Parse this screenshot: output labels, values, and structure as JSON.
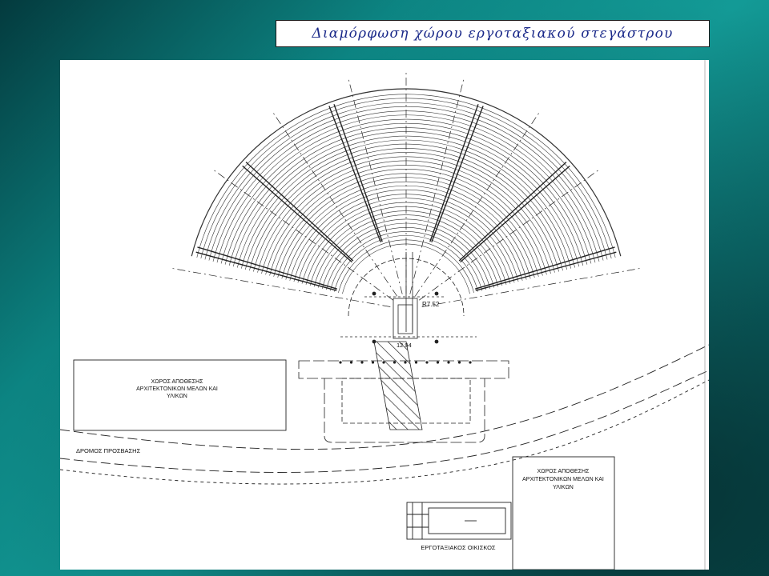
{
  "slide": {
    "title": "Διαμόρφωση χώρου εργοταξιακού στεγάστρου"
  },
  "plan": {
    "storage_area_left": {
      "line1": "ΧΩΡΟΣ ΑΠΟΘΕΣΗΣ",
      "line2": "ΑΡΧΙΤΕΚΤΟΝΙΚΩΝ ΜΕΛΩΝ ΚΑΙ",
      "line3": "ΥΛΙΚΩΝ"
    },
    "storage_area_right": {
      "line1": "ΧΩΡΟΣ ΑΠΟΘΕΣΗΣ",
      "line2": "ΑΡΧΙΤΕΚΤΟΝΙΚΩΝ ΜΕΛΩΝ ΚΑΙ",
      "line3": "ΥΛΙΚΩΝ"
    },
    "access_road_label": "ΔΡΟΜΟΣ ΠΡΟΣΒΑΣΗΣ",
    "site_building_label": "ΕΡΓΟΤΑΞΙΑΚΟΣ ΟΙΚΙΣΚΟΣ",
    "radius_label": "R7.52",
    "dimension_label": "12.94"
  }
}
